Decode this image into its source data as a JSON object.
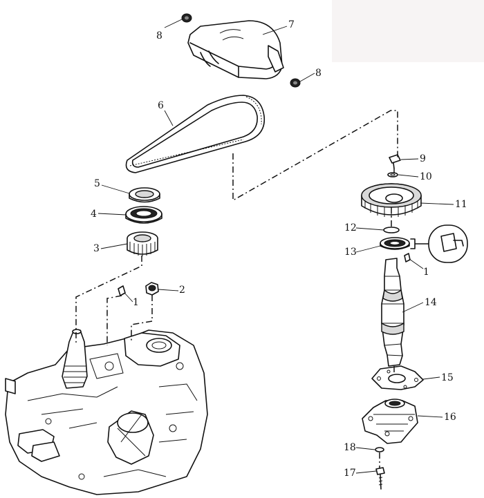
{
  "diagram": {
    "callouts": [
      {
        "id": "c8a",
        "text": "8"
      },
      {
        "id": "c7",
        "text": "7"
      },
      {
        "id": "c8b",
        "text": "8"
      },
      {
        "id": "c6",
        "text": "6"
      },
      {
        "id": "c5",
        "text": "5"
      },
      {
        "id": "c4",
        "text": "4"
      },
      {
        "id": "c3",
        "text": "3"
      },
      {
        "id": "c1a",
        "text": "1"
      },
      {
        "id": "c2",
        "text": "2"
      },
      {
        "id": "c9",
        "text": "9"
      },
      {
        "id": "c10",
        "text": "10"
      },
      {
        "id": "c11",
        "text": "11"
      },
      {
        "id": "c12",
        "text": "12"
      },
      {
        "id": "c13",
        "text": "13"
      },
      {
        "id": "c1b",
        "text": "1"
      },
      {
        "id": "c14",
        "text": "14"
      },
      {
        "id": "c15",
        "text": "15"
      },
      {
        "id": "c16",
        "text": "16"
      },
      {
        "id": "c18",
        "text": "18"
      },
      {
        "id": "c17",
        "text": "17"
      }
    ]
  }
}
